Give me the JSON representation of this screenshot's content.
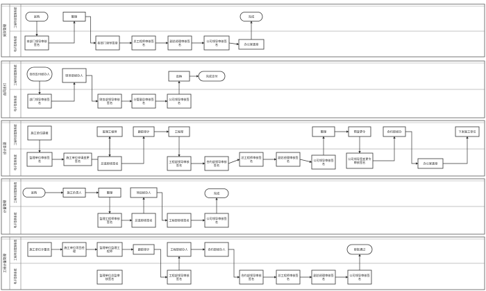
{
  "sections": [
    {
      "title": "采购管理",
      "lanes": [
        "工程项目管理系统",
        "电子签章系统"
      ],
      "nodes": [
        {
          "id": "a1",
          "text": "采购",
          "shape": "term"
        },
        {
          "id": "a2",
          "text": "整理",
          "shape": "box"
        },
        {
          "id": "a3",
          "text": "完成",
          "shape": "term"
        },
        {
          "id": "a4",
          "text": "本部门领导审核签名",
          "shape": "box"
        },
        {
          "id": "a5",
          "text": "各部门领导签章",
          "shape": "box"
        },
        {
          "id": "a6",
          "text": "总工程师审核签名",
          "shape": "box"
        },
        {
          "id": "a7",
          "text": "副总经理审核签名",
          "shape": "box"
        },
        {
          "id": "a8",
          "text": "公司领导审核签名",
          "shape": "box"
        },
        {
          "id": "a9",
          "text": "办公室盖章",
          "shape": "box"
        }
      ]
    },
    {
      "title": "合同支付",
      "lanes": [
        "工程项目管理系统",
        "电子签章系统"
      ],
      "nodes": [
        {
          "id": "b1",
          "text": "合同支付经办人",
          "shape": "term"
        },
        {
          "id": "b2",
          "text": "财务部经办人",
          "shape": "box"
        },
        {
          "id": "b3",
          "text": "出纳",
          "shape": "box"
        },
        {
          "id": "b4",
          "text": "完成支付",
          "shape": "term"
        },
        {
          "id": "b5",
          "text": "部门领导审核签名",
          "shape": "box"
        },
        {
          "id": "b6",
          "text": "财务部领导审核签名",
          "shape": "box"
        },
        {
          "id": "b7",
          "text": "分管副总审核签名",
          "shape": "box"
        },
        {
          "id": "b8",
          "text": "公司领导审核签名",
          "shape": "box"
        }
      ]
    },
    {
      "title": "设计变更",
      "lanes": [
        "工程项目管理系统",
        "电子签章系统"
      ],
      "nodes": [
        {
          "id": "c1",
          "text": "施工单位提报",
          "shape": "box"
        },
        {
          "id": "c2",
          "text": "监理工程师",
          "shape": "box"
        },
        {
          "id": "c3",
          "text": "跟踪审计",
          "shape": "box"
        },
        {
          "id": "c4",
          "text": "工程部",
          "shape": "box"
        },
        {
          "id": "c5",
          "text": "整理",
          "shape": "box"
        },
        {
          "id": "c6",
          "text": "预变更令",
          "shape": "box"
        },
        {
          "id": "c7",
          "text": "合约部经办",
          "shape": "box"
        },
        {
          "id": "c8",
          "text": "下发施工单位",
          "shape": "box"
        },
        {
          "id": "c9",
          "text": "监理单位审核签名",
          "shape": "box"
        },
        {
          "id": "c10",
          "text": "施工单位申请变更签名",
          "shape": "box"
        },
        {
          "id": "c11",
          "text": "总监审核签名",
          "shape": "box"
        },
        {
          "id": "c12",
          "text": "工程部领导审核签名",
          "shape": "box"
        },
        {
          "id": "c13",
          "text": "合约部领导审核签名",
          "shape": "box"
        },
        {
          "id": "c14",
          "text": "总工程师审核签名",
          "shape": "box"
        },
        {
          "id": "c15",
          "text": "副总经理审核签名",
          "shape": "box"
        },
        {
          "id": "c16",
          "text": "公司领导审核签名",
          "shape": "box"
        },
        {
          "id": "c17",
          "text": "公司领导签变更令审核签名",
          "shape": "box"
        },
        {
          "id": "c18",
          "text": "办公室盖章",
          "shape": "box"
        }
      ]
    },
    {
      "title": "计量管理",
      "lanes": [
        "工程项目管理系统",
        "电子签章系统"
      ],
      "nodes": [
        {
          "id": "d1",
          "text": "采购",
          "shape": "term"
        },
        {
          "id": "d2",
          "text": "施工负责人",
          "shape": "box"
        },
        {
          "id": "d3",
          "text": "整理",
          "shape": "box"
        },
        {
          "id": "d4",
          "text": "项目经办人",
          "shape": "box"
        },
        {
          "id": "d5",
          "text": "完成",
          "shape": "term"
        },
        {
          "id": "d6",
          "text": "监理工程师审核签名",
          "shape": "box"
        },
        {
          "id": "d7",
          "text": "总监审核签名",
          "shape": "box"
        },
        {
          "id": "d8",
          "text": "工程部审核签名",
          "shape": "box"
        },
        {
          "id": "d9",
          "text": "公司领导审核签名",
          "shape": "box"
        }
      ]
    },
    {
      "title": "工程计量管理",
      "lanes": [
        "工程项目管理系统",
        "电子签章系统"
      ],
      "nodes": [
        {
          "id": "e1",
          "text": "施工单位计量员",
          "shape": "box"
        },
        {
          "id": "e2",
          "text": "施工单位项目经理",
          "shape": "box"
        },
        {
          "id": "e3",
          "text": "监理单位监理工程师",
          "shape": "box"
        },
        {
          "id": "e4",
          "text": "跟踪审计",
          "shape": "box"
        },
        {
          "id": "e5",
          "text": "工程部经办人",
          "shape": "box"
        },
        {
          "id": "e6",
          "text": "合约部经办人",
          "shape": "box"
        },
        {
          "id": "e7",
          "text": "审批通过",
          "shape": "term"
        },
        {
          "id": "e8",
          "text": "监理单位总监审核签名",
          "shape": "box"
        },
        {
          "id": "e9",
          "text": "工程部领导审核签名",
          "shape": "box"
        },
        {
          "id": "e10",
          "text": "合约部领导审核签名",
          "shape": "box"
        },
        {
          "id": "e11",
          "text": "总工程师审核签名",
          "shape": "box"
        },
        {
          "id": "e12",
          "text": "副总经理审核签名",
          "shape": "box"
        },
        {
          "id": "e13",
          "text": "公司领导审核签名",
          "shape": "box"
        }
      ]
    }
  ]
}
